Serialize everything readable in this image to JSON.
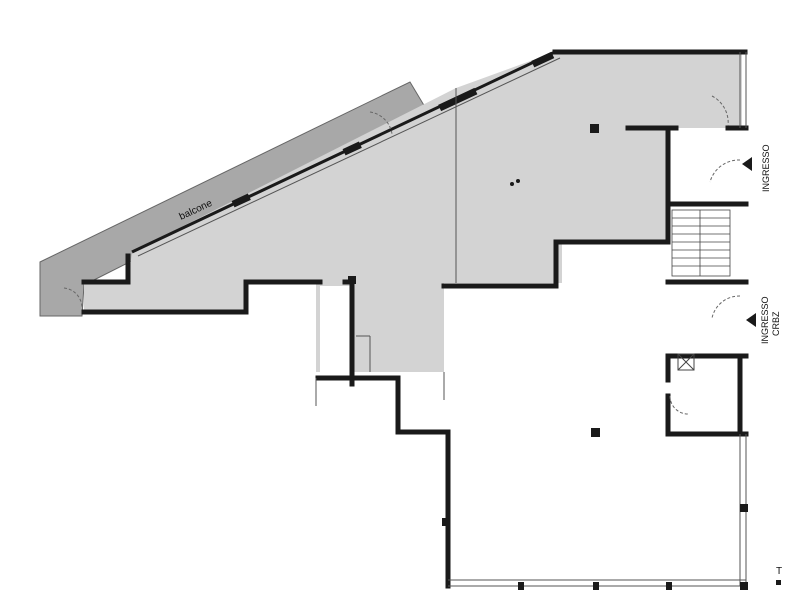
{
  "labels": {
    "balcony": "balcone",
    "entrance_main": "INGRESSO",
    "entrance_crbz_line1": "INGRESSO",
    "entrance_crbz_line2": "CRBZ",
    "corner_mark": "T"
  },
  "colors": {
    "fill_gray": "#d3d3d3",
    "balcony_gray": "#a8a8a8",
    "wall": "#1a1a1a",
    "thin_line": "#555555"
  },
  "icons": [
    "arrow-left-icon",
    "door-swing-icon",
    "stair-icon",
    "column-icon"
  ]
}
